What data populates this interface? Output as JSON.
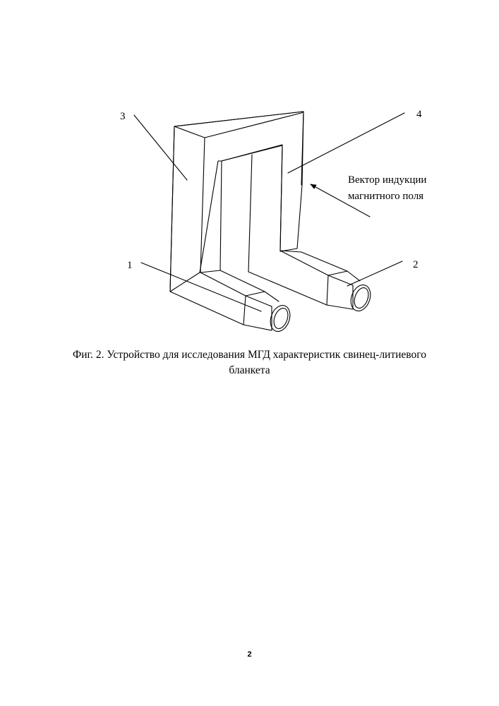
{
  "figure": {
    "labels": {
      "n1": "1",
      "n2": "2",
      "n3": "3",
      "n4": "4"
    },
    "vector_label": {
      "line1": "Вектор индукции",
      "line2": "магнитного поля"
    }
  },
  "caption": {
    "line1": "Фиг. 2. Устройство для исследования МГД характеристик свинец-литиевого",
    "line2": "бланкета"
  },
  "page_number": "2"
}
